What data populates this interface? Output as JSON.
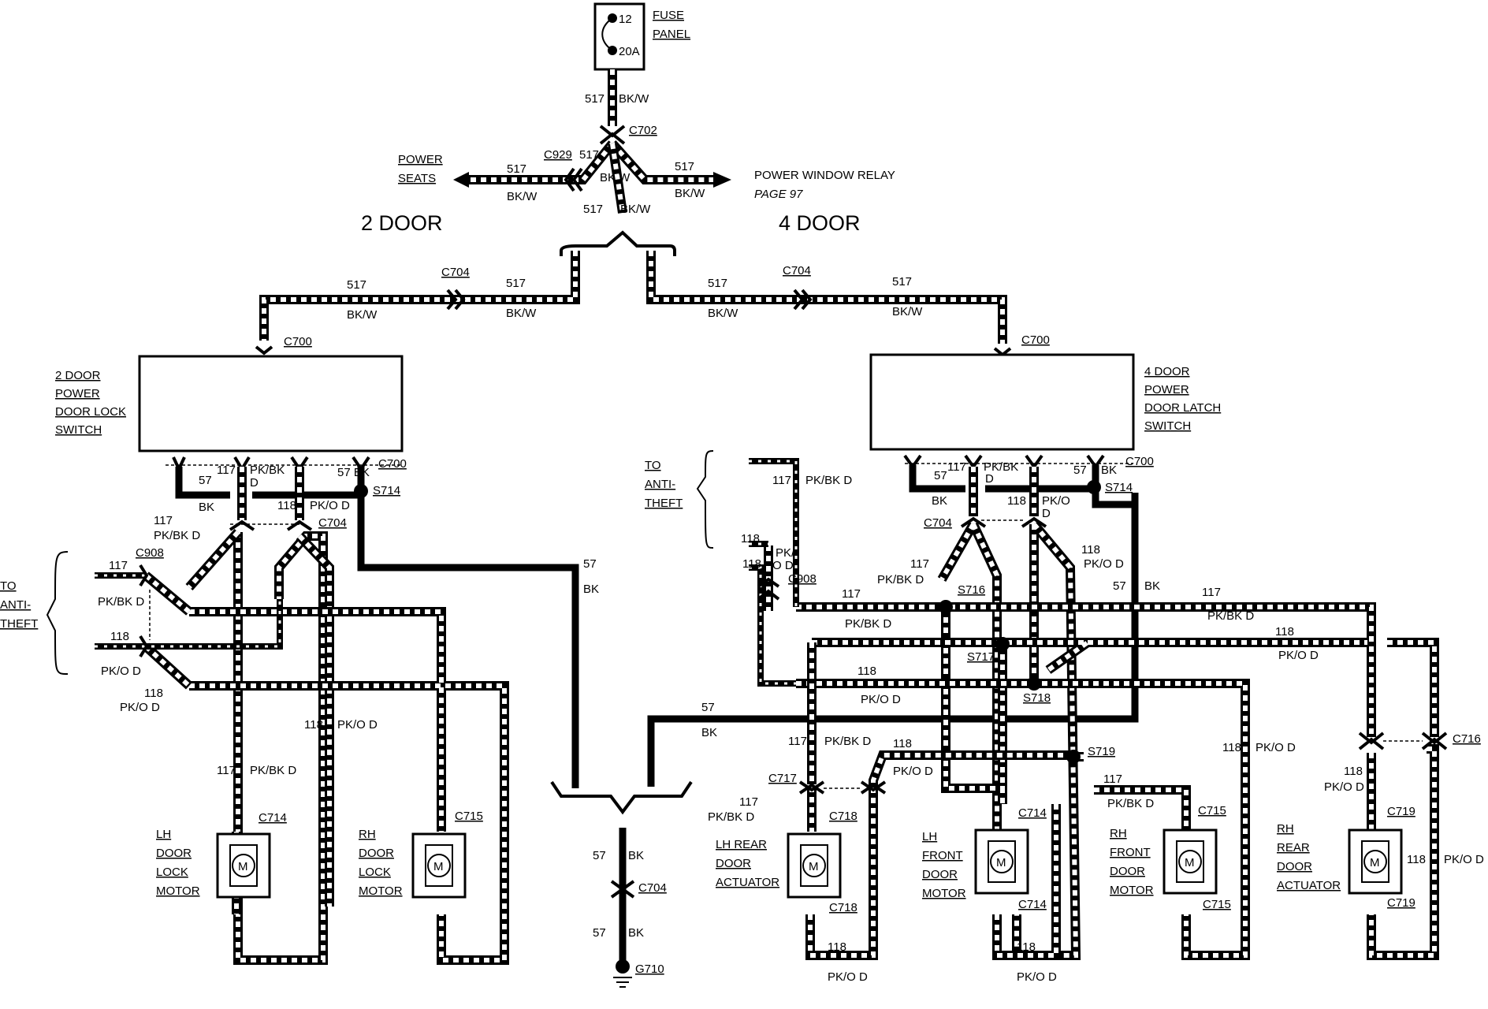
{
  "header": {
    "title_2door": "2 DOOR",
    "title_4door": "4 DOOR"
  },
  "fuse": {
    "label": "FUSE",
    "label2": "PANEL",
    "num": "12",
    "amp": "20A"
  },
  "feed": {
    "circ": "517",
    "color": "BK/W",
    "color2": "BK W",
    "c702": "C702",
    "c929": "C929",
    "c704": "C704",
    "c700": "C700"
  },
  "power_seats": {
    "line1": "POWER",
    "line2": "SEATS"
  },
  "power_window": {
    "line1": "POWER WINDOW RELAY",
    "line2": "PAGE 97"
  },
  "switch2": {
    "l1": "2 DOOR",
    "l2": "POWER",
    "l3": "DOOR LOCK",
    "l4": "SWITCH"
  },
  "switch4": {
    "l1": "4 DOOR",
    "l2": "POWER",
    "l3": "DOOR LATCH",
    "l4": "SWITCH"
  },
  "wires": {
    "c57": "57",
    "bk": "BK",
    "c117": "117",
    "c118": "118",
    "pkbk": "PK/BK",
    "pkbkd": "PK/BK D",
    "pkod": "PK/O D",
    "pko": "PK/O",
    "pkslash": "PK/",
    "d": "D",
    "od": "O D",
    "c57bk": "57 BK"
  },
  "antitheft": {
    "l1": "TO",
    "l2": "ANTI-",
    "l3": "THEFT"
  },
  "connectors": {
    "c908": "C908",
    "c714": "C714",
    "c715": "C715",
    "c716": "C716",
    "c717": "C717",
    "c718": "C718",
    "c719": "C719",
    "s714": "S714",
    "s716": "S716",
    "s717": "S717",
    "s718": "S718",
    "s719": "S719",
    "g710": "G710"
  },
  "motors": {
    "m": "M",
    "lh_lock": [
      "LH",
      "DOOR",
      "LOCK",
      "MOTOR"
    ],
    "rh_lock": [
      "RH",
      "DOOR",
      "LOCK",
      "MOTOR"
    ],
    "lh_rear": [
      "LH REAR",
      "DOOR",
      "ACTUATOR"
    ],
    "lh_front": [
      "LH",
      "FRONT",
      "DOOR",
      "MOTOR"
    ],
    "rh_front": [
      "RH",
      "FRONT",
      "DOOR",
      "MOTOR"
    ],
    "rh_rear": [
      "RH",
      "REAR",
      "DOOR",
      "ACTUATOR"
    ]
  }
}
